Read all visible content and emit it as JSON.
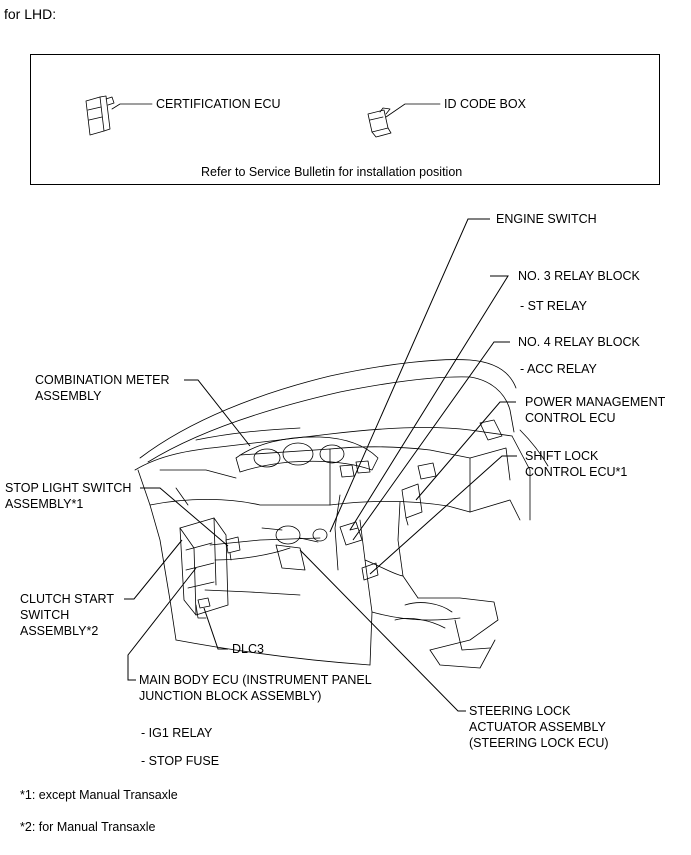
{
  "heading": "for LHD:",
  "box": {
    "certification_ecu": "CERTIFICATION ECU",
    "id_code_box": "ID CODE BOX",
    "note": "Refer to Service Bulletin for installation position"
  },
  "labels": {
    "engine_switch": "ENGINE SWITCH",
    "relay3": "NO. 3 RELAY BLOCK",
    "relay3_sub": "- ST RELAY",
    "relay4": "NO. 4 RELAY BLOCK",
    "relay4_sub": "- ACC RELAY",
    "power_mgmt_1": "POWER MANAGEMENT",
    "power_mgmt_2": "CONTROL ECU",
    "shift_lock_1": "SHIFT LOCK",
    "shift_lock_2": "CONTROL ECU*1",
    "combo_meter_1": "COMBINATION METER",
    "combo_meter_2": "ASSEMBLY",
    "stop_light_1": "STOP LIGHT SWITCH",
    "stop_light_2": "ASSEMBLY*1",
    "clutch_1": "CLUTCH START",
    "clutch_2": "SWITCH",
    "clutch_3": "ASSEMBLY*2",
    "dlc3": "DLC3",
    "main_body_1": "MAIN BODY ECU (INSTRUMENT PANEL",
    "main_body_2": "JUNCTION BLOCK ASSEMBLY)",
    "ig1": "- IG1 RELAY",
    "stop_fuse": "- STOP FUSE",
    "steering_1": "STEERING LOCK",
    "steering_2": "ACTUATOR ASSEMBLY",
    "steering_3": "(STEERING LOCK ECU)"
  },
  "footnotes": {
    "n1": "*1: except Manual Transaxle",
    "n2": "*2: for Manual Transaxle"
  }
}
